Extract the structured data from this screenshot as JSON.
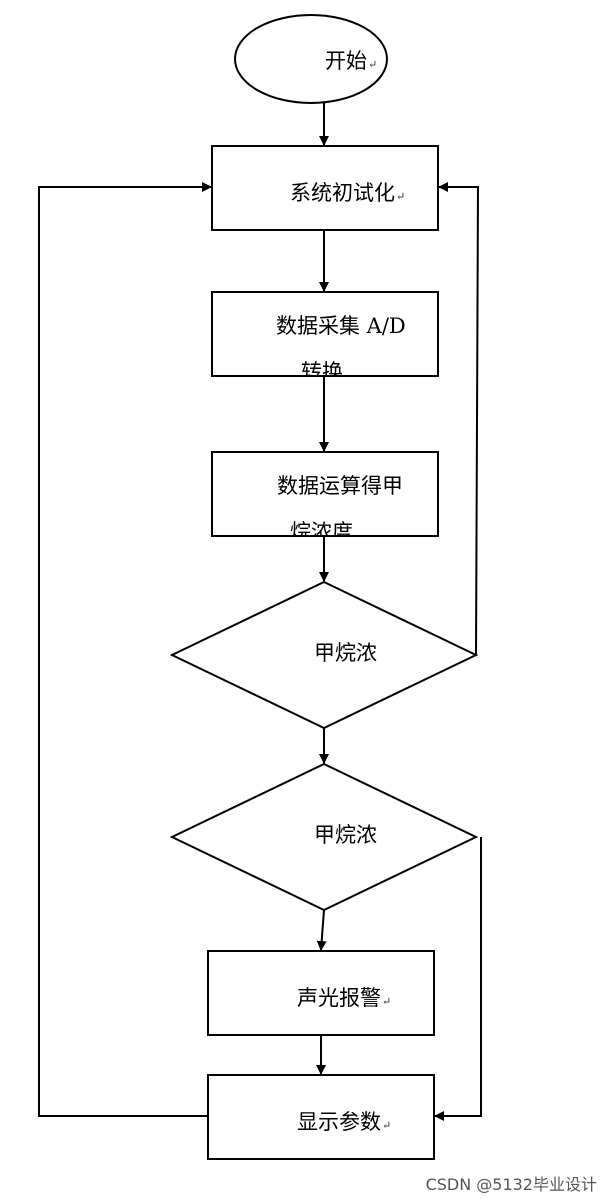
{
  "flowchart": {
    "start": "开始",
    "init": "系统初试化",
    "sample_line1": "数据采集 A/D",
    "sample_line2": "转换",
    "compute_line1": "数据运算得甲",
    "compute_line2": "烷浓度",
    "decision1": "甲烷浓",
    "decision2": "甲烷浓",
    "alarm": "声光报警",
    "display": "显示参数",
    "return_mark": "↵"
  },
  "watermark": "CSDN @5132毕业设计"
}
